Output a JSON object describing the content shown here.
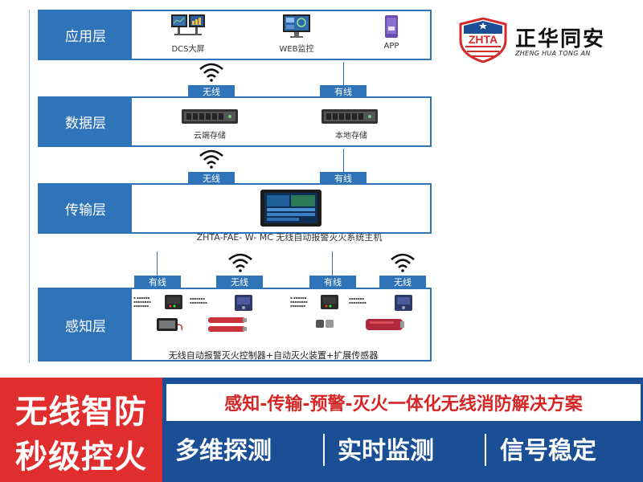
{
  "layers": [
    {
      "label": "应用层"
    },
    {
      "label": "数据层"
    },
    {
      "label": "传输层"
    },
    {
      "label": "感知层"
    }
  ],
  "application": {
    "dcs_label": "DCS大屏",
    "web_label": "WEB监控",
    "app_label": "APP"
  },
  "data_layer": {
    "cloud_label": "云端存储",
    "local_label": "本地存储"
  },
  "transmission": {
    "host_label": "ZHTA-FAE- W- MC 无线自动报警灭火系统主机"
  },
  "links": {
    "wireless": "无线",
    "wired": "有线"
  },
  "perception": {
    "caption": "无线自动报警灭火控制器+自动灭火装置+扩展传感器"
  },
  "brand": {
    "logo_text": "ZHTA",
    "name": "正华同安",
    "sub": "ZHENG HUA TONG AN"
  },
  "banner": {
    "slogan_line1": "无线智防",
    "slogan_line2": "秒级控火",
    "tagline": "感知-传输-预警-灭火一体化无线消防解决方案",
    "features": [
      "多维探测",
      "实时监测",
      "信号稳定"
    ]
  },
  "colors": {
    "layer_blue": "#2f73b8",
    "banner_blue": "#1a4e95",
    "banner_red": "#e02e2e",
    "tagline_red": "#d42626"
  },
  "icons": [
    "monitor-icon",
    "web-monitor-icon",
    "app-icon",
    "server-icon",
    "wifi-icon",
    "host-screen-icon",
    "controller-icon",
    "extinguisher-icon",
    "sensor-icon"
  ]
}
